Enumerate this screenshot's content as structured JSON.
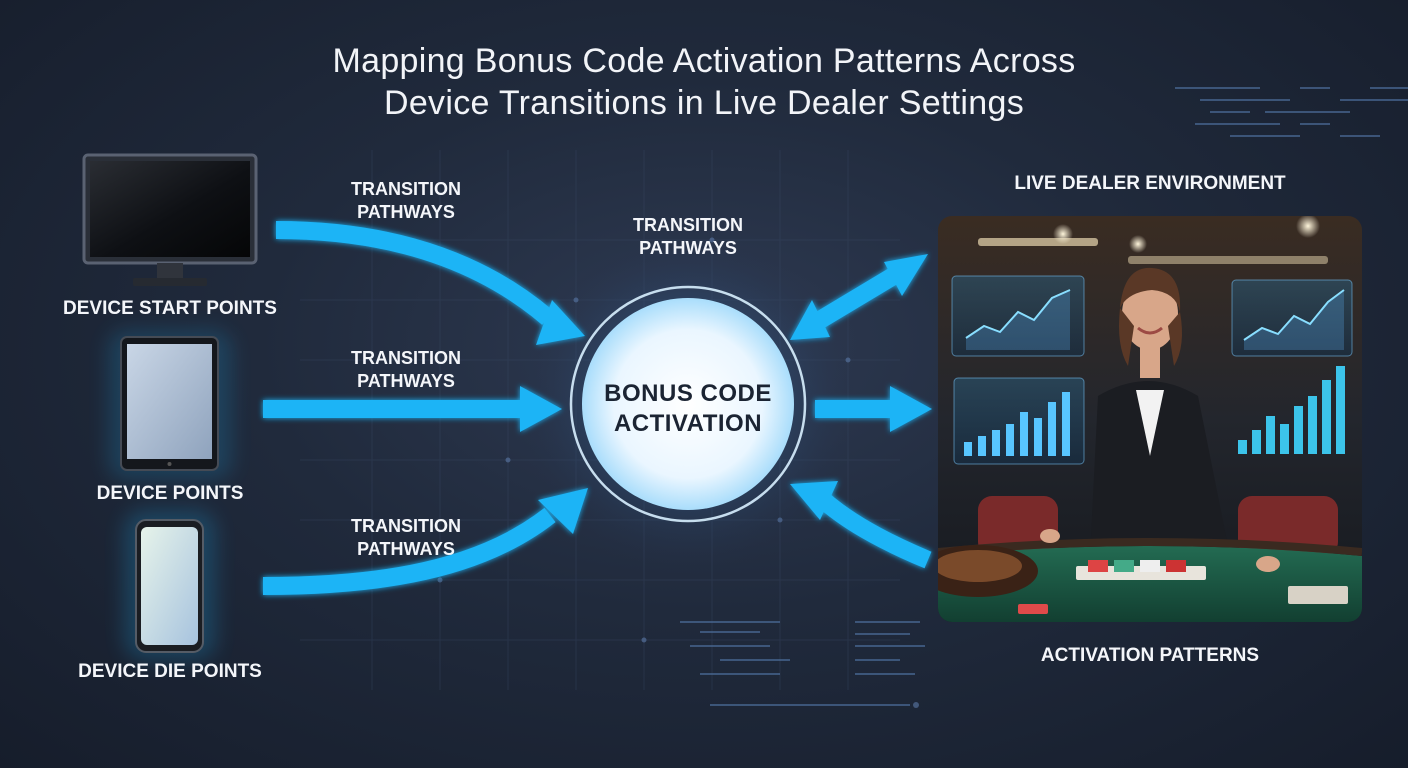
{
  "title": {
    "line1": "Mapping Bonus Code Activation Patterns Across",
    "line2": "Device Transitions in Live Dealer Settings"
  },
  "devices": [
    {
      "label": "DEVICE START POINTS",
      "icon": "desktop-monitor-icon"
    },
    {
      "label": "DEVICE POINTS",
      "icon": "tablet-icon"
    },
    {
      "label": "DEVICE DIE POINTS",
      "icon": "smartphone-icon"
    }
  ],
  "pathway_labels": [
    {
      "line1": "TRANSITION",
      "line2": "PATHWAYS"
    },
    {
      "line1": "TRANSITION",
      "line2": "PATHWAYS"
    },
    {
      "line1": "TRANSITION",
      "line2": "PATHWAYS"
    },
    {
      "line1": "TRANSITION",
      "line2": "PATHWAYS"
    }
  ],
  "center": {
    "line1": "BONUS CODE",
    "line2": "ACTIVATION"
  },
  "live_dealer_label": "LIVE DEALER ENVIRONMENT",
  "activation_patterns_label": "ACTIVATION PATTERNS",
  "colors": {
    "arrow": "#1cb4f6",
    "background": "#1e2738",
    "glow": "#bfe9ff",
    "felt": "#1c5a45"
  }
}
